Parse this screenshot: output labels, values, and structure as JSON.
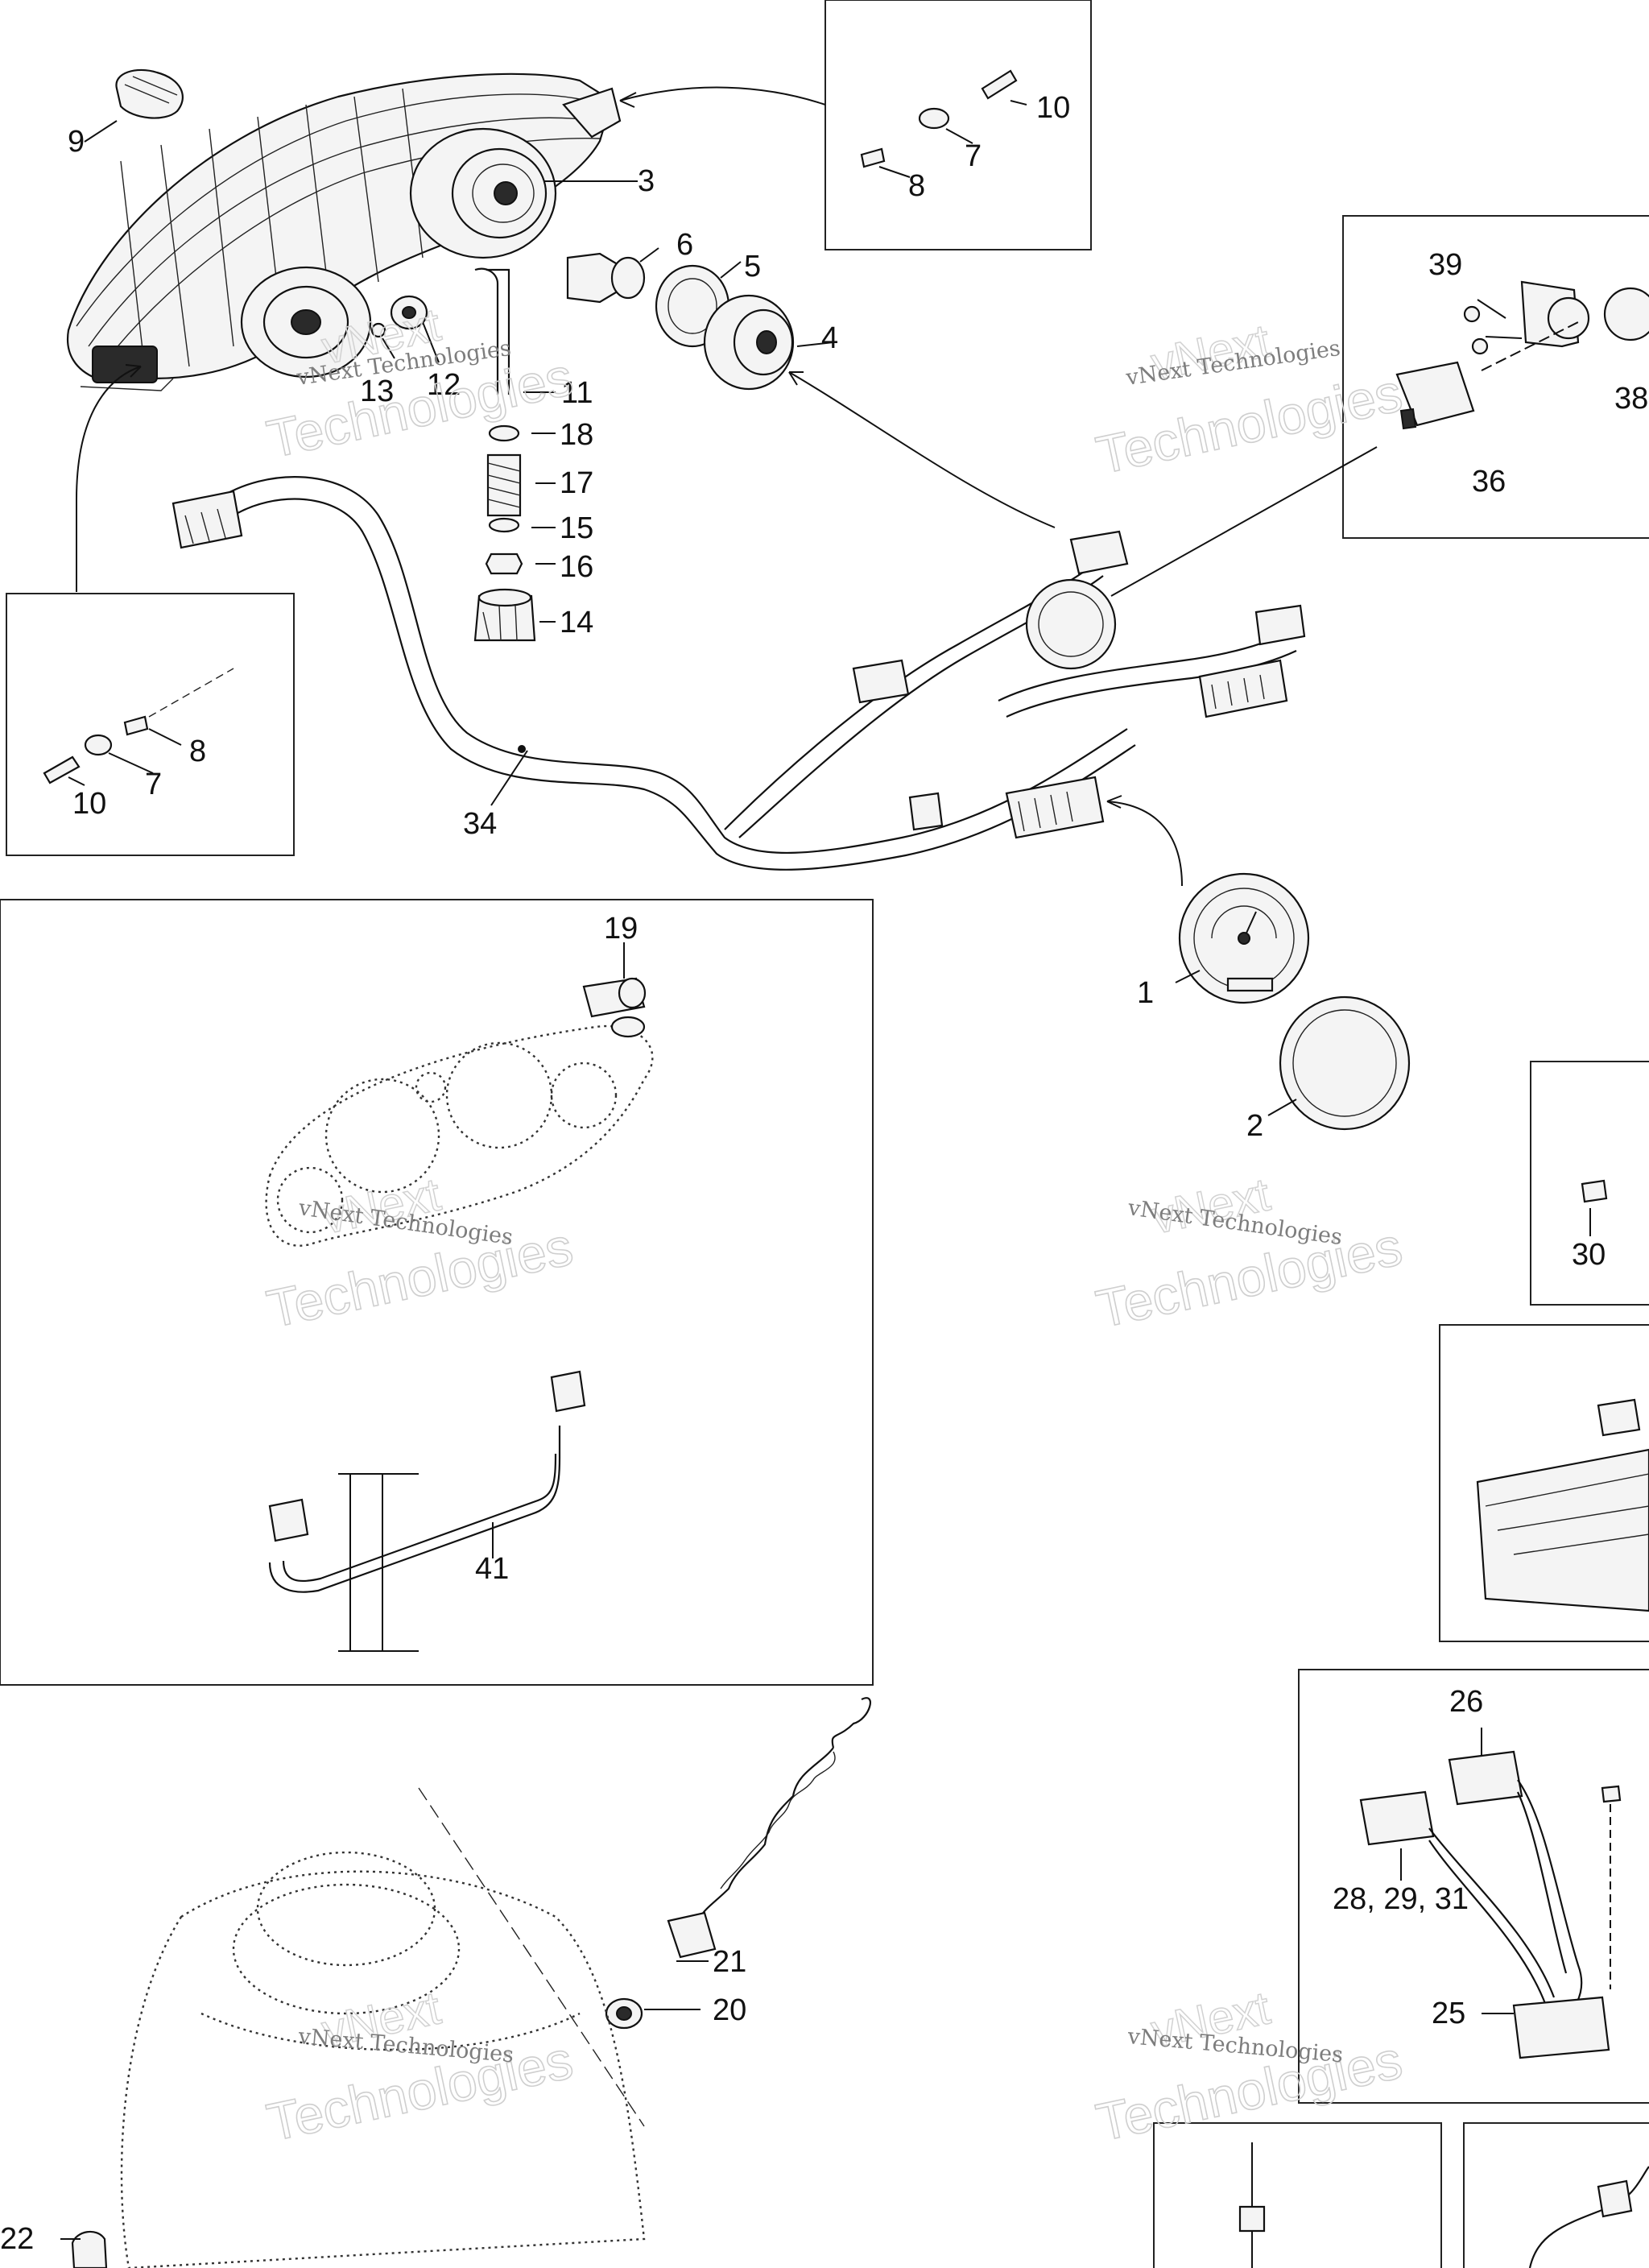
{
  "watermark": {
    "company": "vNext Technologies",
    "word1": "vNext",
    "word2": "Technologies"
  },
  "callouts": {
    "c1": "1",
    "c2": "2",
    "c3": "3",
    "c4": "4",
    "c5": "5",
    "c6": "6",
    "c7a": "7",
    "c7b": "7",
    "c8a": "8",
    "c8b": "8",
    "c9": "9",
    "c10a": "10",
    "c10b": "10",
    "c11": "11",
    "c12": "12",
    "c13": "13",
    "c14": "14",
    "c15": "15",
    "c16": "16",
    "c17": "17",
    "c18": "18",
    "c19": "19",
    "c20": "20",
    "c21": "21",
    "c22": "22",
    "c25": "25",
    "c26": "26",
    "c28_29_31": "28, 29, 31",
    "c30": "30",
    "c34": "34",
    "c36": "36",
    "c38": "38",
    "c39": "39",
    "c41": "41"
  },
  "colors": {
    "line": "#111111",
    "watermark_text": "#7d7d7d",
    "watermark_outline": "#cfcfcf",
    "background": "#ffffff"
  }
}
